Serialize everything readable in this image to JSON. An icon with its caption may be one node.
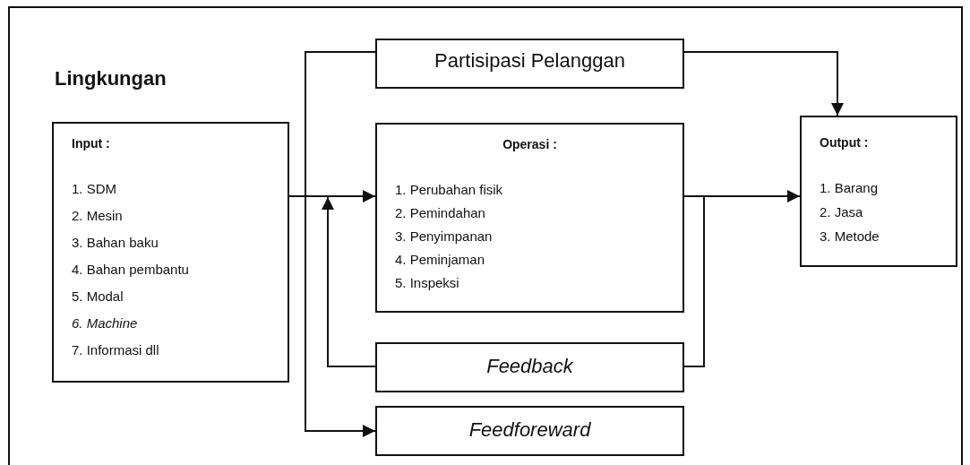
{
  "diagram": {
    "nodes": [
      {
        "text": [
          "Lingkungan"
        ]
      },
      {
        "text": [
          "Partisipasi Pelanggan"
        ],
        "in": 0
      },
      {
        "text": [
          "Input :",
          "1. SDM",
          "2. Mesin",
          "3. Bahan baku",
          "4. Bahan pembantu",
          "5. Modal",
          "*6. Machine*",
          "7. Informasi dll"
        ],
        "in": 0
      },
      {
        "text": [
          "Operasi :",
          "1. Perubahan fisik",
          "2. Pemindahan",
          "3. Penyimpanan",
          "4. Peminjaman",
          "5. Inspeksi"
        ],
        "in": 0
      },
      {
        "text": [
          "Output :",
          "1. Barang",
          "2. Jasa",
          "3. Metode"
        ],
        "in": 0
      },
      {
        "text": [
          "Feedback"
        ],
        "in": 0
      },
      {
        "text": [
          "Feedforeward"
        ],
        "in": 0
      }
    ],
    "edges": [
      {
        "from": 2,
        "to": 3,
        "arrow": "to"
      },
      {
        "from": 2,
        "to": 1,
        "arrow": "none"
      },
      {
        "from": 2,
        "to": 6,
        "arrow": "to"
      },
      {
        "from": 1,
        "to": 4,
        "arrow": "to"
      },
      {
        "from": 3,
        "to": 4,
        "arrow": "to"
      },
      {
        "from": 3,
        "to": 5,
        "arrow": "none"
      },
      {
        "from": 5,
        "to": 3,
        "arrow": "to"
      }
    ]
  }
}
